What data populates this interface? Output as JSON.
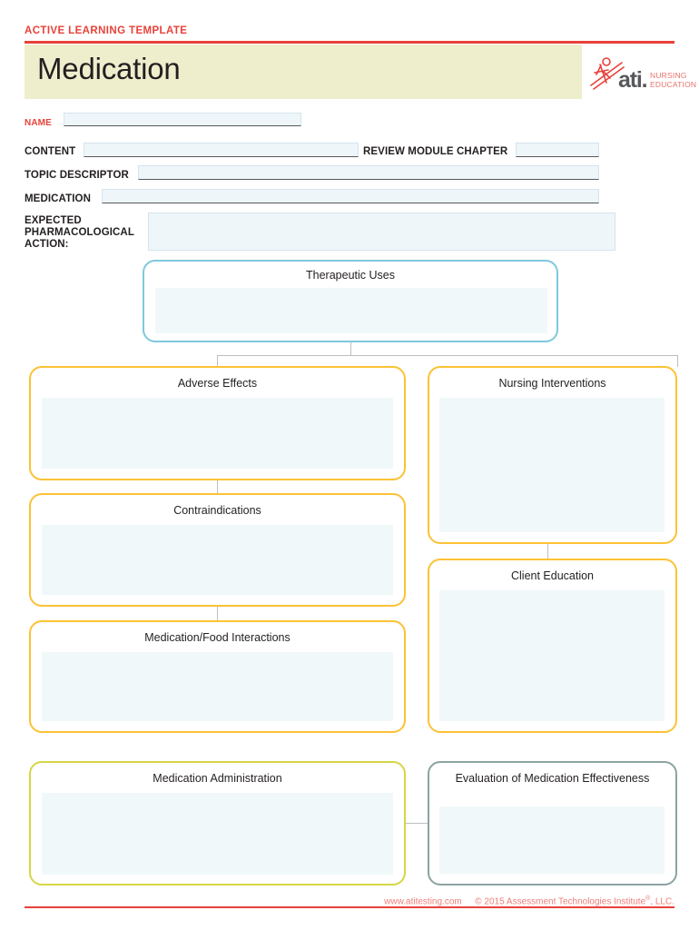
{
  "header": {
    "eyebrow": "ACTIVE LEARNING TEMPLATE",
    "title": "Medication",
    "logo": {
      "wordmark": "ati.",
      "line1": "NURSING",
      "line2": "EDUCATION",
      "mark_name": "ati-runner-logo-icon"
    }
  },
  "form": {
    "name_label": "NAME",
    "name_value": "",
    "content_label": "CONTENT",
    "content_value": "",
    "review_module_label": "REVIEW MODULE CHAPTER",
    "review_module_value": "",
    "topic_descriptor_label": "TOPIC DESCRIPTOR",
    "topic_descriptor_value": "",
    "medication_label": "MEDICATION",
    "medication_value": "",
    "expected_action_label_line1": "EXPECTED",
    "expected_action_label_line2": "PHARMACOLOGICAL",
    "expected_action_label_line3": "ACTION:",
    "expected_action_value": ""
  },
  "nodes": {
    "therapeutic_uses": {
      "title": "Therapeutic Uses",
      "value": ""
    },
    "adverse_effects": {
      "title": "Adverse Effects",
      "value": ""
    },
    "contraindications": {
      "title": "Contraindications",
      "value": ""
    },
    "medication_food_interactions": {
      "title": "Medication/Food Interactions",
      "value": ""
    },
    "medication_administration": {
      "title": "Medication Administration",
      "value": ""
    },
    "nursing_interventions": {
      "title": "Nursing Interventions",
      "value": ""
    },
    "client_education": {
      "title": "Client Education",
      "value": ""
    },
    "evaluation": {
      "title": "Evaluation of Medication Effectiveness",
      "value": ""
    }
  },
  "footer": {
    "website": "www.atitesting.com",
    "copyright_pre": "© 2015 Assessment Technologies Institute",
    "copyright_mark": "®",
    "copyright_post": ", LLC."
  },
  "colors": {
    "brand_red": "#e8413a",
    "banner": "#eeeecd",
    "amber": "#fcc236",
    "light_blue": "#7fc8dc",
    "yellow_green": "#d6d646",
    "slate": "#8ba3a0",
    "field_fill": "#eef6fa",
    "node_fill": "#f1f8fa",
    "connector": "#bcbec0"
  }
}
